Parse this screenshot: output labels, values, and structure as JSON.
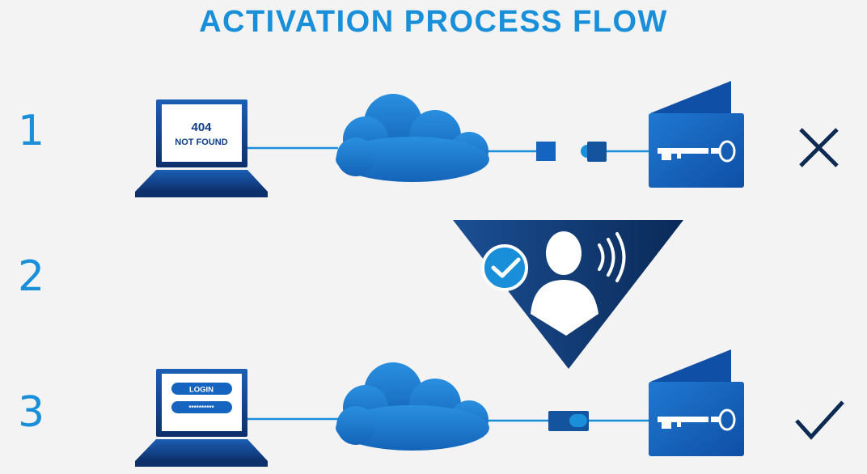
{
  "title": "ACTIVATION PROCESS FLOW",
  "steps": [
    {
      "number": "1",
      "screen_line1": "404",
      "screen_line2": "NOT FOUND",
      "result_icon": "x-mark-icon"
    },
    {
      "number": "2",
      "icon": "verified-user-voice-icon"
    },
    {
      "number": "3",
      "screen_line1": "LOGIN",
      "screen_line2": "**********",
      "result_icon": "checkmark-icon"
    }
  ],
  "colors": {
    "accent": "#1a8fd9",
    "navy": "#0d2a52",
    "blue": "#1565c0",
    "cloud": "#1a7fd4",
    "background": "#f3f3f3"
  }
}
